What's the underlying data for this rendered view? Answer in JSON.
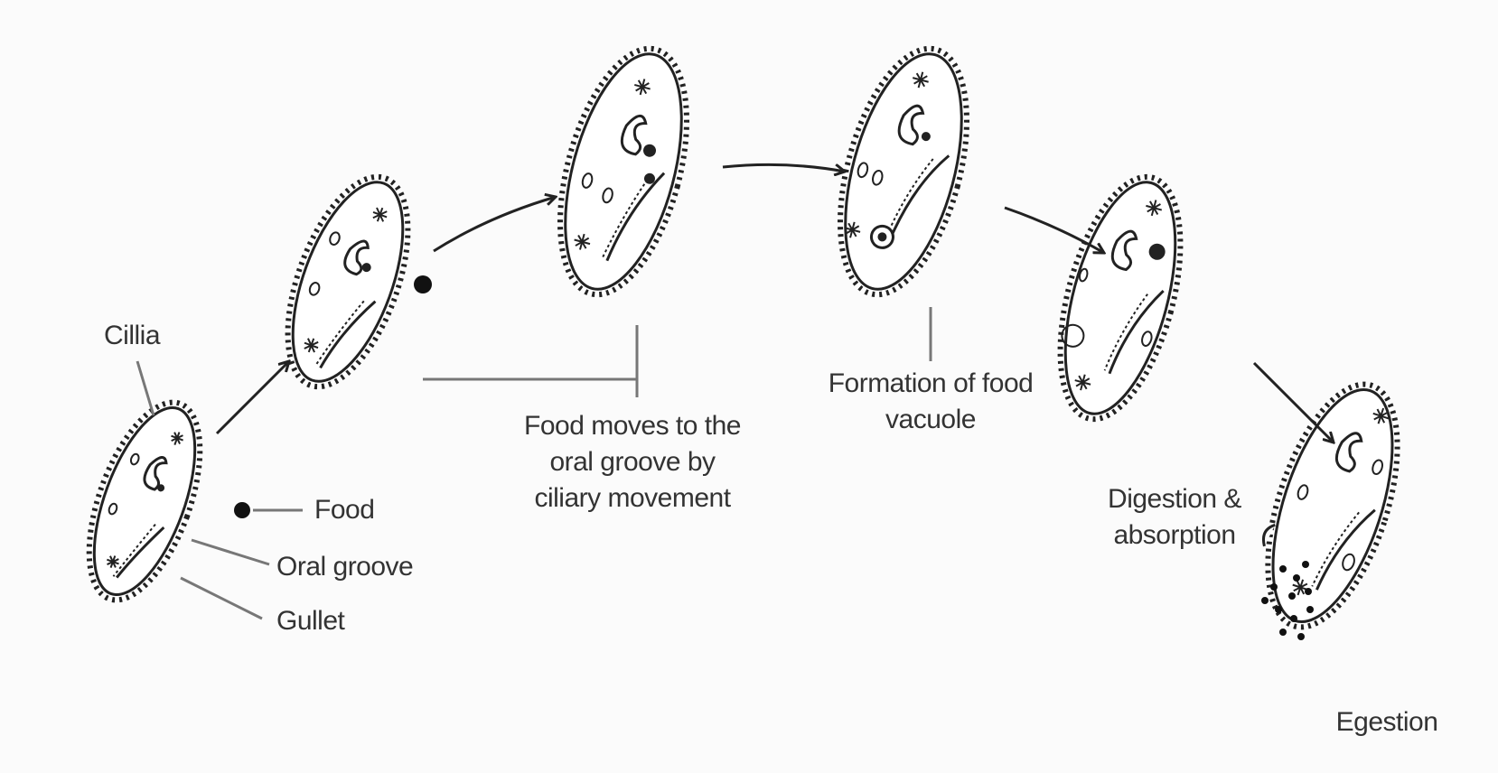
{
  "labels": {
    "cilia": "Cillia",
    "food": "Food",
    "oral_groove": "Oral groove",
    "gullet": "Gullet",
    "step_food_moves": [
      "Food moves to the",
      "oral groove by",
      "ciliary movement"
    ],
    "step_formation": [
      "Formation of food",
      "vacuole"
    ],
    "step_digestion": [
      "Digestion &",
      "absorption"
    ],
    "step_egestion": "Egestion"
  },
  "colors": {
    "line": "#222222",
    "label_text": "#333333",
    "connector": "#777777",
    "background": "#fbfbfb"
  }
}
